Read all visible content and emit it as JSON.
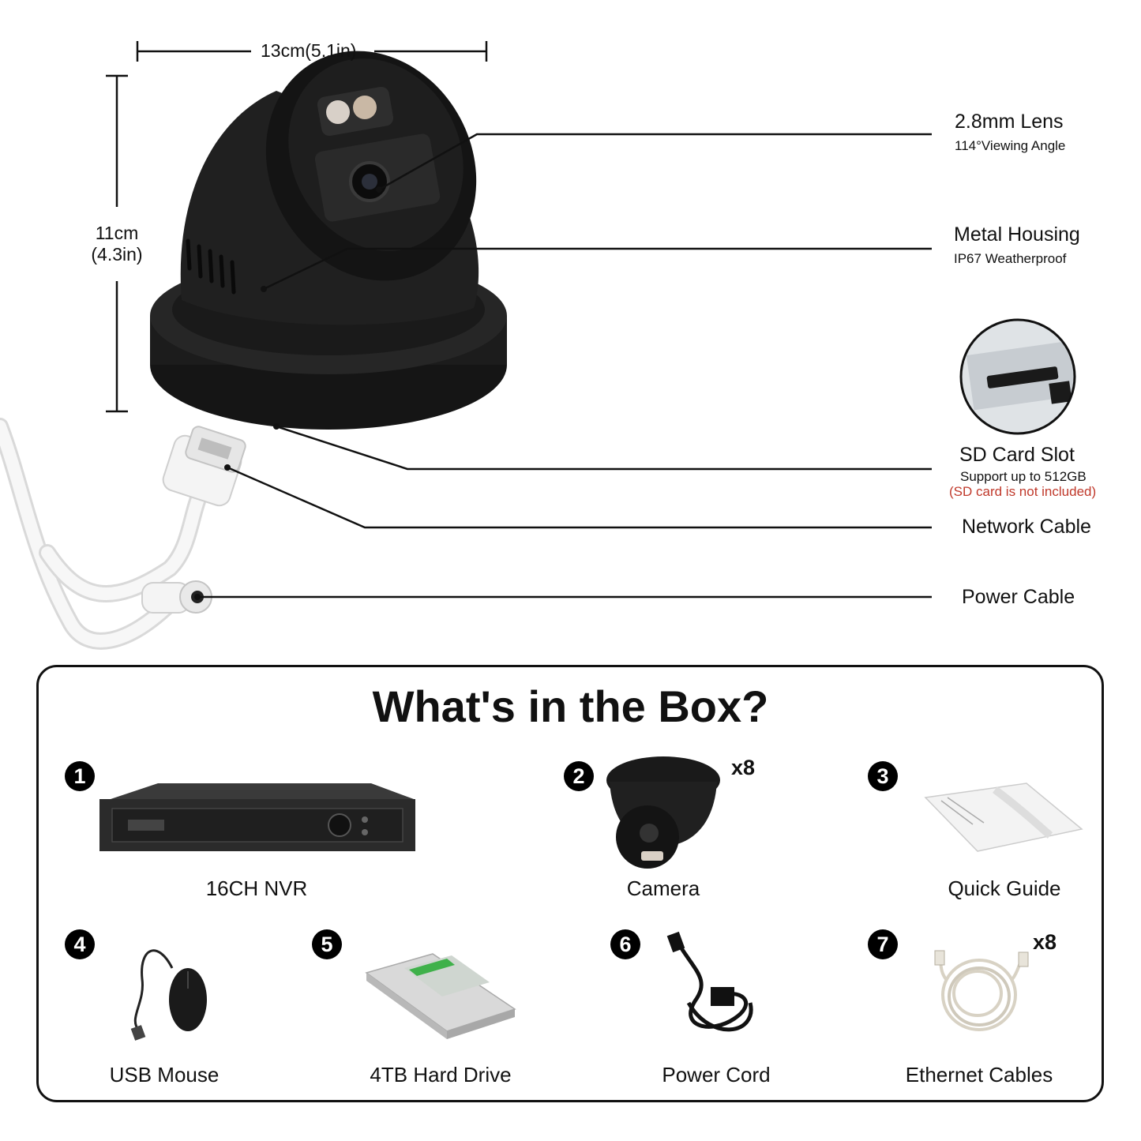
{
  "dimensions": {
    "width_label": "13cm(5.1in)",
    "height_label_line1": "11cm",
    "height_label_line2": "(4.3in)"
  },
  "callouts": {
    "lens": {
      "title": "2.8mm Lens",
      "subtitle": "114°Viewing Angle"
    },
    "housing": {
      "title": "Metal Housing",
      "subtitle": "IP67 Weatherproof"
    },
    "sd_card": {
      "title": "SD Card Slot",
      "subtitle": "Support up to 512GB",
      "note": "(SD card is not included)"
    },
    "network_cable": {
      "title": "Network Cable"
    },
    "power_cable": {
      "title": "Power Cable"
    }
  },
  "box": {
    "title": "What's in the Box?",
    "items": [
      {
        "number": "1",
        "label": "16CH NVR",
        "quantity": "",
        "icon": "nvr-icon"
      },
      {
        "number": "2",
        "label": "Camera",
        "quantity": "x8",
        "icon": "dome-camera-icon"
      },
      {
        "number": "3",
        "label": "Quick Guide",
        "quantity": "",
        "icon": "quick-guide-icon"
      },
      {
        "number": "4",
        "label": "USB Mouse",
        "quantity": "",
        "icon": "usb-mouse-icon"
      },
      {
        "number": "5",
        "label": "4TB Hard Drive",
        "quantity": "",
        "icon": "hard-drive-icon"
      },
      {
        "number": "6",
        "label": "Power Cord",
        "quantity": "",
        "icon": "power-cord-icon"
      },
      {
        "number": "7",
        "label": "Ethernet Cables",
        "quantity": "x8",
        "icon": "ethernet-cable-icon"
      }
    ]
  },
  "colors": {
    "accent_warning": "#c0392b",
    "camera_body": "#1b1b1b",
    "cable": "#f2f2f2"
  }
}
